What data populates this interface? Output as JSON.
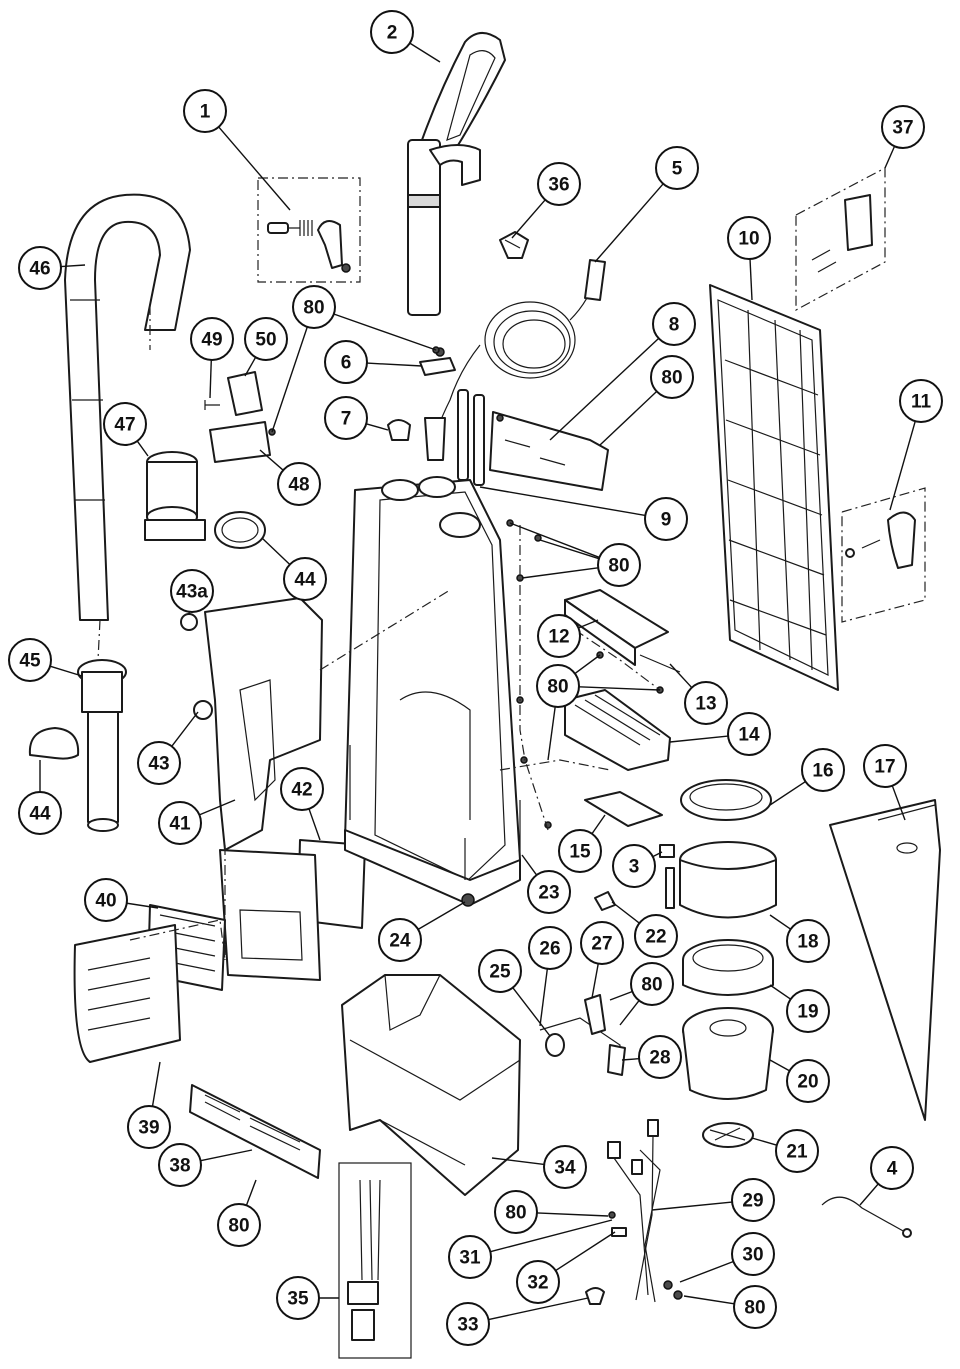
{
  "callouts": [
    {
      "id": "c1",
      "label": "1"
    },
    {
      "id": "c2",
      "label": "2"
    },
    {
      "id": "c3",
      "label": "3"
    },
    {
      "id": "c4",
      "label": "4"
    },
    {
      "id": "c5",
      "label": "5"
    },
    {
      "id": "c6",
      "label": "6"
    },
    {
      "id": "c7",
      "label": "7"
    },
    {
      "id": "c8",
      "label": "8"
    },
    {
      "id": "c9",
      "label": "9"
    },
    {
      "id": "c10",
      "label": "10"
    },
    {
      "id": "c11",
      "label": "11"
    },
    {
      "id": "c12",
      "label": "12"
    },
    {
      "id": "c13",
      "label": "13"
    },
    {
      "id": "c14",
      "label": "14"
    },
    {
      "id": "c15",
      "label": "15"
    },
    {
      "id": "c16",
      "label": "16"
    },
    {
      "id": "c17",
      "label": "17"
    },
    {
      "id": "c18",
      "label": "18"
    },
    {
      "id": "c19",
      "label": "19"
    },
    {
      "id": "c20",
      "label": "20"
    },
    {
      "id": "c21",
      "label": "21"
    },
    {
      "id": "c22",
      "label": "22"
    },
    {
      "id": "c23",
      "label": "23"
    },
    {
      "id": "c24",
      "label": "24"
    },
    {
      "id": "c25",
      "label": "25"
    },
    {
      "id": "c26",
      "label": "26"
    },
    {
      "id": "c27",
      "label": "27"
    },
    {
      "id": "c28",
      "label": "28"
    },
    {
      "id": "c29",
      "label": "29"
    },
    {
      "id": "c30",
      "label": "30"
    },
    {
      "id": "c31",
      "label": "31"
    },
    {
      "id": "c32",
      "label": "32"
    },
    {
      "id": "c33",
      "label": "33"
    },
    {
      "id": "c34",
      "label": "34"
    },
    {
      "id": "c35",
      "label": "35"
    },
    {
      "id": "c36",
      "label": "36"
    },
    {
      "id": "c37",
      "label": "37"
    },
    {
      "id": "c38",
      "label": "38"
    },
    {
      "id": "c39",
      "label": "39"
    },
    {
      "id": "c40",
      "label": "40"
    },
    {
      "id": "c41",
      "label": "41"
    },
    {
      "id": "c42",
      "label": "42"
    },
    {
      "id": "c43",
      "label": "43"
    },
    {
      "id": "c43a",
      "label": "43a"
    },
    {
      "id": "c44a",
      "label": "44"
    },
    {
      "id": "c44b",
      "label": "44"
    },
    {
      "id": "c45",
      "label": "45"
    },
    {
      "id": "c46",
      "label": "46"
    },
    {
      "id": "c47",
      "label": "47"
    },
    {
      "id": "c48",
      "label": "48"
    },
    {
      "id": "c49",
      "label": "49"
    },
    {
      "id": "c50",
      "label": "50"
    },
    {
      "id": "c80a",
      "label": "80"
    },
    {
      "id": "c80b",
      "label": "80"
    },
    {
      "id": "c80c",
      "label": "80"
    },
    {
      "id": "c80d",
      "label": "80"
    },
    {
      "id": "c80e",
      "label": "80"
    },
    {
      "id": "c80f",
      "label": "80"
    },
    {
      "id": "c80g",
      "label": "80"
    },
    {
      "id": "c80h",
      "label": "80"
    }
  ]
}
